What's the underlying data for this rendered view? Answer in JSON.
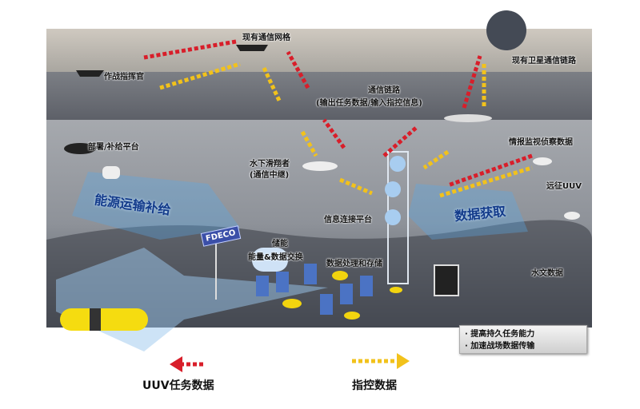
{
  "labels": {
    "existing_network": "现有通信网格",
    "commander": "作战指挥官",
    "comm_link": "通信链路",
    "comm_link_detail": "(输出任务数据/输入指控信息)",
    "satellite_link": "现有卫星通信链路",
    "deploy_platform": "部署/补给平台",
    "isr_data": "情报监视侦察数据",
    "glider": "水下滑翔者",
    "glider_detail": "(通信中继)",
    "expedition_uuv": "远征UUV",
    "energy_supply": "能源运输补给",
    "info_platform": "信息连接平台",
    "data_acquisition": "数据获取",
    "fdeco": "FDECO",
    "energy_storage": "储能",
    "energy_data_exchange": "能量&数据交换",
    "data_processing": "数据处理和存储",
    "hydro_data": "水文数据"
  },
  "benefits": [
    "提高持久任务能力",
    "加速战场数据传输"
  ],
  "legend": [
    {
      "label": "UUV任务数据",
      "color": "#d81e2a"
    },
    {
      "label": "指控数据",
      "color": "#f2c21b"
    }
  ]
}
